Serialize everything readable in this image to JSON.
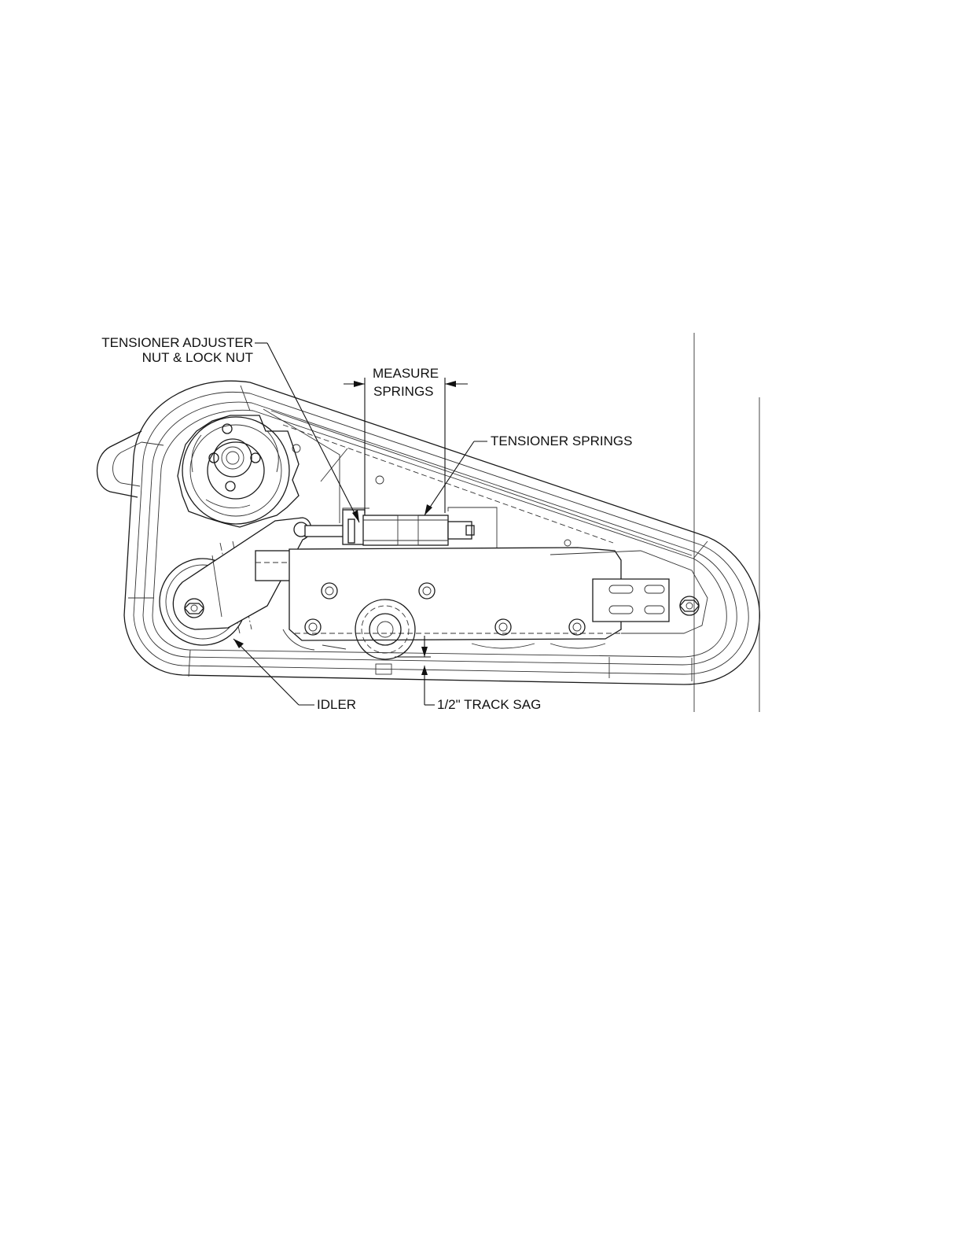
{
  "labels": {
    "tensioner_adjuster_line1": "TENSIONER ADJUSTER",
    "tensioner_adjuster_line2": "NUT & LOCK NUT",
    "measure_line1": "MEASURE",
    "measure_line2": "SPRINGS",
    "tensioner_springs": "TENSIONER SPRINGS",
    "idler": "IDLER",
    "track_sag": "1/2\" TRACK SAG"
  }
}
